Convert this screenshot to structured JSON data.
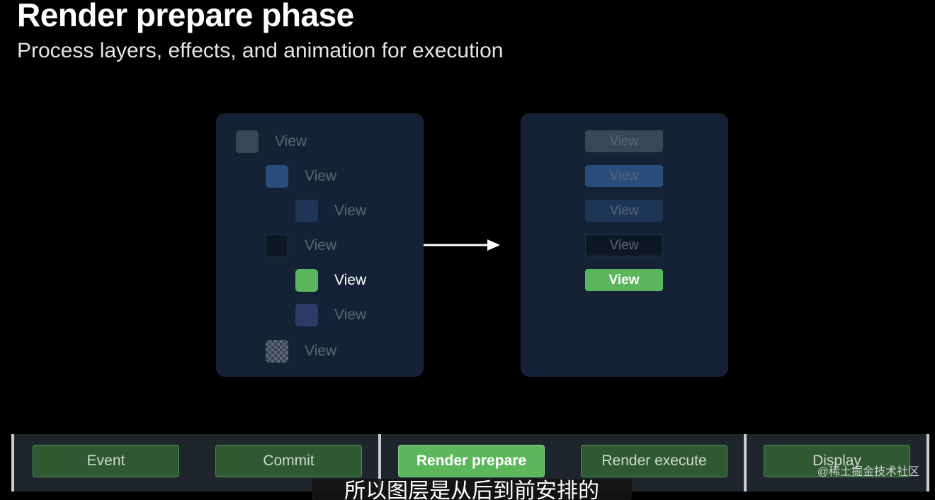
{
  "slide": {
    "title": "Render prepare phase",
    "subtitle": "Process layers, effects, and animation for execution"
  },
  "layer_tree": [
    {
      "label": "View",
      "depth": 0,
      "color": "#3a4556",
      "active": false
    },
    {
      "label": "View",
      "depth": 1,
      "color": "#2a4d7d",
      "active": false
    },
    {
      "label": "View",
      "depth": 2,
      "color": "#1d3556",
      "active": false
    },
    {
      "label": "View",
      "depth": 1,
      "color": "#0e1724",
      "active": false
    },
    {
      "label": "View",
      "depth": 2,
      "color": "#5cb65c",
      "active": true
    },
    {
      "label": "View",
      "depth": 2,
      "color": "#2c3a66",
      "active": false
    },
    {
      "label": "View",
      "depth": 1,
      "color": "#4a5565",
      "active": false
    }
  ],
  "render_list": [
    {
      "label": "View",
      "color": "#3a4556",
      "active": false
    },
    {
      "label": "View",
      "color": "#2a4d7d",
      "active": false
    },
    {
      "label": "View",
      "color": "#1d3556",
      "active": false
    },
    {
      "label": "View",
      "color": "#0e1724",
      "active": false
    },
    {
      "label": "View",
      "color": "#5cb65c",
      "active": true
    }
  ],
  "pipeline": {
    "stages": [
      {
        "label": "Event",
        "current": false
      },
      {
        "label": "Commit",
        "current": false
      },
      {
        "label": "Render prepare",
        "current": true
      },
      {
        "label": "Render execute",
        "current": false
      },
      {
        "label": "Display",
        "current": false
      }
    ]
  },
  "watermark": "@稀土掘金技术社区",
  "caption": "所以图层是从后到前安排的",
  "colors": {
    "background": "#000000",
    "panel": "#152235",
    "accent_green": "#5cb65c",
    "stage_green": "#2f5a31"
  }
}
